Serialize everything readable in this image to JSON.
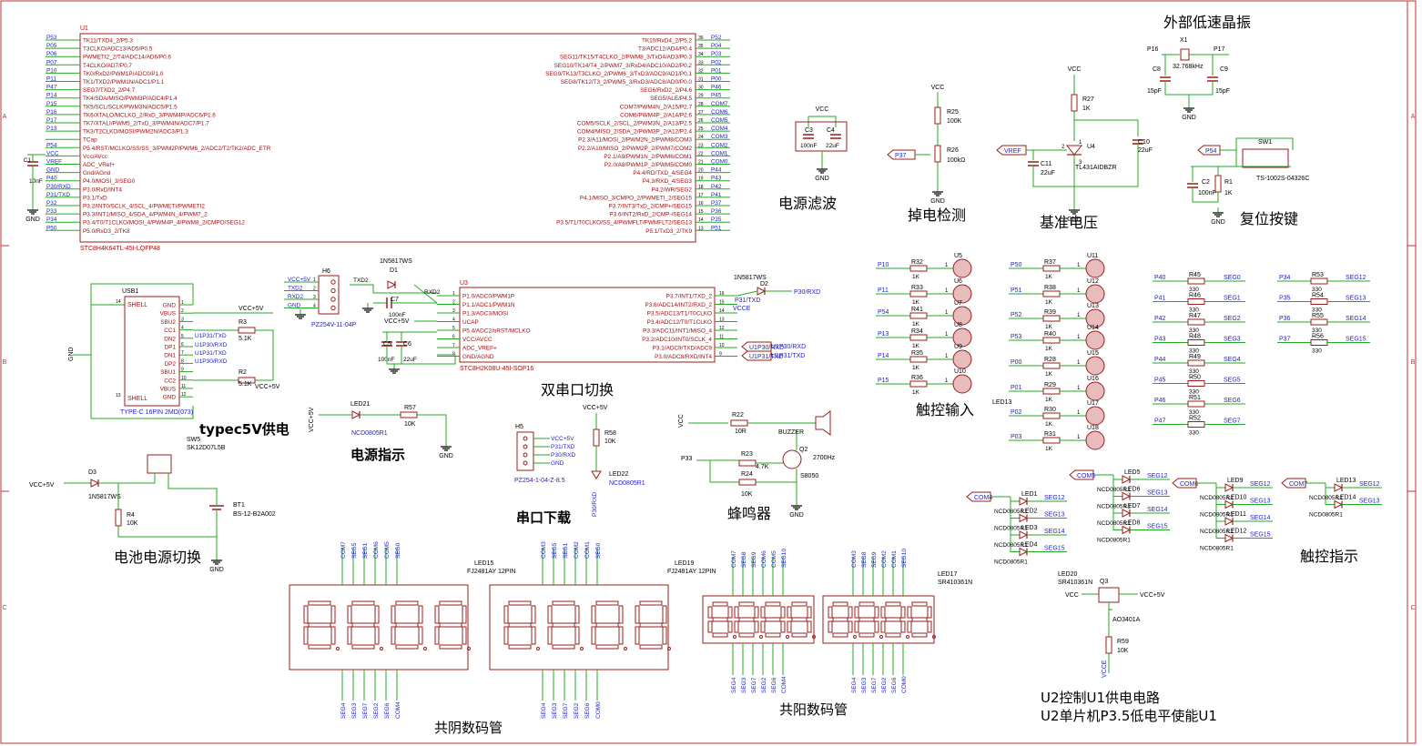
{
  "colors": {
    "wire": "#22aa22",
    "part": "#9b1c1c",
    "pin": "#a01010",
    "net": "#1d1dc8",
    "label": "#000000",
    "border": "#c03030",
    "body": "#ffffff"
  },
  "frame": {
    "rows": [
      "A",
      "B",
      "C"
    ]
  },
  "titles": {
    "crystal": "外部低速晶振",
    "power_filter": "电源滤波",
    "brownout": "掉电检测",
    "vref": "基准电压",
    "reset": "复位按键",
    "dual_uart": "双串口切换",
    "usb_power": "typec5V供电",
    "power_led": "电源指示",
    "uart_dl": "串口下载",
    "buzzer": "蜂鸣器",
    "battery": "电池电源切换",
    "touch_in": "触控输入",
    "touch_led": "触控指示",
    "cc_display": "共阴数码管",
    "ca_display": "共阳数码管",
    "note1": "U2控制U1供电电路",
    "note2": "U2单片机P3.5低电平使能U1"
  },
  "u1": {
    "ref": "U1",
    "part": "STC8H4K64TL-45I-LQFP48",
    "left_nets": [
      "P53",
      "P05",
      "P06",
      "P07",
      "P10",
      "P11",
      "P47",
      "P14",
      "P15",
      "P16",
      "P17",
      "P13",
      "",
      "P54",
      "VCC",
      "VREF",
      "GND",
      "P40",
      "P30/RXD",
      "P31/TXD",
      "P32",
      "P33",
      "P34",
      "P50"
    ],
    "left_pins": [
      "TK11/TXD4_2/P5.3",
      "T3CLKO/ADC13/AD5/P0.5",
      "PWMETI2_2/T4/ADC14/AD6/P0.6",
      "T4CLKO/AD7/P0.7",
      "TK0/RxD2/PWM1P/ADC0/P1.0",
      "TK1/TXD2/PWM1N/ADC1/P1.1",
      "SEG7/TXD2_2/P4.7",
      "TK4/SDA/MISO/PWM3P/ADC4/P1.4",
      "TK5/SCL/SCLK/PWM3N/ADC5/P1.5",
      "TK6/XTALO/MCLKO_2/RxD_3/PWM4P/ADC6/P1.6",
      "TK7/XTALI/PWM5_2/TxD_3/PWM4N/ADC7/P1.7",
      "TK3/T2CLKO/MOSI/PWM2N/ADC3/P1.3",
      "TCap",
      "P5.4/RST/MCLKO/SS/SS_3/PWM2P/PWM6_2/ADC2/T2/TK2/ADC_ETR",
      "Vcc/AVcc",
      "ADC_VRef+",
      "Gnd/AGnd",
      "P4.0/MOSI_3/SEG0",
      "P3.0/RxD/INT4",
      "P3.1/TxD",
      "P3.2/INT0/SCLK_4/SCL_4/PWMETI/PWMETI2",
      "P3.3/INT1/MISO_4/SDA_4/PWM4N_4/PWM7_2",
      "P3.4/T0/T1CLKO/MOSI_4/PWM4P_4/PWM8_2/CMPO/SEG12",
      "P5.0/RxD3_2/TK8"
    ],
    "right_pins": [
      "TK10/RxD4_2/P5.2",
      "T3/ADC12/AD4/P0.4",
      "SEG11/TK15/T4CLKO_2/PWM8_3/TxD4/AD3/P0.3",
      "SEG10/TK14/T4_2/PWM7_3/RxD4/ADC10/AD2/P0.2",
      "SEG9/TK13/T3CLKO_2/PWM6_3/TxD3/ADC9/AD1/P0.1",
      "SEG8/TK12/T3_2/PWM5_3/RxD3/ADC8/AD0/P0.0",
      "SEG6/RxD2_2/P4.6",
      "SEG5/ALE/P4.5",
      "COM7/PWM4N_2/A15/P2.7",
      "COM6/PWM4P_2/A14/P2.6",
      "COM5/SCLK_2/SCL_2/PWM3N_2/A13/P2.5",
      "COM4/MISO_2/SDA_2/PWM3P_2/A12/P2.4",
      "P2.3/A11/MOSI_2/PWM2N_2/PWM8/COM3",
      "P2.2/A10/MISO_2/PWM2P_2/PWM7/COM2",
      "P2.1/A9/PWM1N_2/PWM6/COM1",
      "P2.0/A8/PWM1P_2/PWM5/COM0",
      "P4.4/RD/TXD_4/SEG4",
      "P4.3/RXD_4/SEG3",
      "P4.2/WR/SEG2",
      "P4.1/MISO_3/CMPO_2/PWMETI_2/SEG15",
      "P3.7/INT3/TxD_2/CMP+/SEG15",
      "P3.6/INT2/RxD_2/CMP-/SEG14",
      "P3.5/T1/T0CLKO/SS_4/PWMFLT/PWMFLT2/SEG13",
      "P5.1/TxD3_2/TK9"
    ],
    "right_nets": [
      "P52",
      "P04",
      "P03",
      "P02",
      "P01",
      "P00",
      "P46",
      "P45",
      "COM7",
      "COM6",
      "COM5",
      "COM4",
      "COM3",
      "COM2",
      "COM1",
      "COM0",
      "P44",
      "P43",
      "P42",
      "P41",
      "P37",
      "P36",
      "P35",
      "P51"
    ],
    "right_nums": [
      "36",
      "35",
      "34",
      "33",
      "32",
      "31",
      "30",
      "29",
      "28",
      "27",
      "26",
      "25",
      "24",
      "23",
      "22",
      "21",
      "20",
      "19",
      "18",
      "17",
      "16",
      "15",
      "14",
      "13"
    ],
    "cap": "C1",
    "cap_val": "10nF",
    "gnd": "GND"
  },
  "u3": {
    "ref": "U3",
    "part": "STC8H2K08U-45I-SOP16",
    "left_pins": [
      "P1.0/ADC0/PWM1P",
      "P1.1/ADC1/PWM1N",
      "P1.3/ADC3/MOSI",
      "UCAP",
      "P5.4/ADC2/nRST/MCLKO",
      "VCC/AVCC",
      "ADC_VREF+",
      "GND/AGND"
    ],
    "left_nums": [
      "1",
      "2",
      "3",
      "4",
      "5",
      "6",
      "7",
      "8"
    ],
    "right_pins": [
      "P3.7/INT1/TXD_2",
      "P3.6/ADC14/INT2/RXD_2",
      "P3.5/ADC13/T1/T0CLKO",
      "P3.4/ADC12/T0/T1CLKO",
      "P3.3/ADC11/INT1/MISO_4",
      "P3.2/ADC10/INT0/SCLK_4",
      "P3.1/ADC9/TXD/ADC9",
      "P3.0/ADC8/RXD/INT4"
    ],
    "right_nums": [
      "16",
      "15",
      "14",
      "13",
      "12",
      "11",
      "10",
      "9"
    ],
    "txd2": "TXD2",
    "rxd2": "RXD2",
    "vcc": "VCC+5V",
    "c7": "C7",
    "c7v": "100nF",
    "c5": "C5",
    "c5v": "100nF",
    "c6": "C6",
    "c6v": "22uF",
    "d1": "D1",
    "d1p": "1N5817WS",
    "d2": "D2",
    "d2p": "1N5817WS",
    "p30": "P30/RXD",
    "p31": "P31/TXD",
    "vcce": "VCCE",
    "u1rx": "U1P30/RXD",
    "u1tx": "U1P31/TXD"
  },
  "h6": {
    "ref": "H6",
    "part": "PZ254V-11-04P",
    "pins": [
      "VCC+5V",
      "TXD2",
      "RXD2",
      "GND"
    ],
    "nums": [
      "1",
      "2",
      "3",
      "4"
    ]
  },
  "usb": {
    "ref": "USB1",
    "part": "TYPE-C 16PIN 2MD(073)",
    "pins_l": [
      "SHELL",
      "SHELL"
    ],
    "pins_r": [
      "GND",
      "VBUS",
      "SBU2",
      "CC1",
      "DN2",
      "DP1",
      "DN1",
      "DP2",
      "SBU1",
      "CC2",
      "VBUS",
      "GND"
    ],
    "nums_r": [
      "1",
      "2",
      "3",
      "4",
      "5",
      "6",
      "7",
      "8",
      "9",
      "10",
      "11",
      "12"
    ],
    "num_l": [
      "14",
      "13"
    ],
    "r3": "R3",
    "r3v": "5.1K",
    "r2": "R2",
    "r2v": "5.1K",
    "vcc": "VCC+5V",
    "vcc2": "VCC+5V",
    "tx": "U1P31/TXD",
    "rx": "U1P30/RXD",
    "tx2": "U1P31/TXD",
    "rx2": "U1P30/RXD",
    "gnd": "GND"
  },
  "power_led": {
    "vcc": "VCC+5V",
    "led": "LED21",
    "ledp": "NCD0805R1",
    "r": "R57",
    "rv": "10K",
    "gnd": "GND"
  },
  "battery": {
    "sw": "SW5",
    "swp": "SK12D07L5B",
    "d": "D3",
    "dp": "1N5817WS",
    "vcc": "VCC+5V",
    "r": "R4",
    "rv": "10K",
    "bt": "BT1",
    "btp": "BS-12-B2A002",
    "gnd": "GND"
  },
  "h5": {
    "ref": "H5",
    "part": "PZ254-1-04-Z-8.5",
    "pins": [
      "VCC+5V",
      "P31/TXD",
      "P30/RXD",
      "GND"
    ],
    "vcc": "VCC+5V",
    "r": "R58",
    "rv": "10K",
    "led": "LED22",
    "ledp": "NCD0805R1",
    "net": "P30/RXD"
  },
  "buzzer": {
    "vcc": "VCC",
    "r22": "R22",
    "r22v": "10R",
    "bz": "BUZZER",
    "freq": "2700Hz",
    "q": "Q2",
    "qp": "S8050",
    "p33": "P33",
    "r23": "R23",
    "r23v": "4.7K",
    "r24": "R24",
    "r24v": "10K",
    "gnd": "GND"
  },
  "pfilter": {
    "vcc": "VCC",
    "c3": "C3",
    "c3v": "100nF",
    "c4": "C4",
    "c4v": "22uF",
    "gnd": "GND"
  },
  "brownout": {
    "vcc": "VCC",
    "r25": "R25",
    "r25v": "100K",
    "r26": "R26",
    "r26v": "100kΩ",
    "net": "P37",
    "gnd": "GND"
  },
  "vref": {
    "vcc": "VCC",
    "r27": "R27",
    "r27v": "1K",
    "u": "U4",
    "up": "TL431AIDBZR",
    "c11": "C11",
    "c11v": "22uF",
    "c10": "C10",
    "c10v": "22uF",
    "net": "VREF",
    "gnd": "GND",
    "pin1": "1",
    "pin2": "2",
    "pin3": "3"
  },
  "xtal": {
    "x": "X1",
    "xv": "32.768kHz",
    "p16": "P16",
    "p17": "P17",
    "c8": "C8",
    "c8v": "15pF",
    "c9": "C9",
    "c9v": "15pF",
    "gnd": "GND"
  },
  "reset": {
    "sw": "SW1",
    "swp": "TS-1002S-04326C",
    "net": "P54",
    "c": "C2",
    "cv": "100nF",
    "r": "R1",
    "rv": "1K",
    "gnd": "GND"
  },
  "touch": {
    "col1": [
      {
        "net": "P10",
        "r": "R32",
        "u": "U5"
      },
      {
        "net": "P11",
        "r": "R33",
        "u": "U6"
      },
      {
        "net": "P54",
        "r": "R41",
        "u": "U7"
      },
      {
        "net": "P13",
        "r": "R34",
        "u": "U8"
      },
      {
        "net": "P14",
        "r": "R35",
        "u": "U9"
      },
      {
        "net": "P15",
        "r": "R36",
        "u": "U10"
      }
    ],
    "col2": [
      {
        "net": "P50",
        "r": "R37",
        "u": "U11"
      },
      {
        "net": "P51",
        "r": "R38",
        "u": "U12"
      },
      {
        "net": "P52",
        "r": "R39",
        "u": "U13"
      },
      {
        "net": "P53",
        "r": "R40",
        "u": "U14"
      },
      {
        "net": "P00",
        "r": "R28",
        "u": "U15"
      },
      {
        "net": "P01",
        "r": "R29",
        "u": "U16"
      },
      {
        "net": "P02",
        "r": "R30",
        "u": "U17"
      },
      {
        "net": "P03",
        "r": "R31",
        "u": "U18"
      }
    ],
    "rv": "1K",
    "pin": "1",
    "led13": "LED13"
  },
  "seg_res": {
    "col1": [
      {
        "net": "P40",
        "r": "R45",
        "s": "SEG0"
      },
      {
        "net": "P41",
        "r": "R46",
        "s": "SEG1"
      },
      {
        "net": "P42",
        "r": "R47",
        "s": "SEG2"
      },
      {
        "net": "P43",
        "r": "R48",
        "s": "SEG3"
      },
      {
        "net": "P44",
        "r": "R49",
        "s": "SEG4"
      },
      {
        "net": "P45",
        "r": "R50",
        "s": "SEG5"
      },
      {
        "net": "P46",
        "r": "R51",
        "s": "SEG6"
      },
      {
        "net": "P47",
        "r": "R52",
        "s": "SEG7"
      }
    ],
    "col2": [
      {
        "net": "P34",
        "r": "R53",
        "s": "SEG12"
      },
      {
        "net": "P35",
        "r": "R54",
        "s": "SEG13"
      },
      {
        "net": "P36",
        "r": "R55",
        "s": "SEG14"
      },
      {
        "net": "P37",
        "r": "R56",
        "s": "SEG15"
      }
    ],
    "rv": "330"
  },
  "tled": {
    "groups": [
      {
        "com": "COM4",
        "leds": [
          "LED1",
          "LED2",
          "LED3",
          "LED4"
        ],
        "segs": [
          "SEG12",
          "SEG13",
          "SEG14",
          "SEG15"
        ]
      },
      {
        "com": "COM5",
        "leds": [
          "LED5",
          "LED6",
          "LED7",
          "LED8"
        ],
        "segs": [
          "SEG12",
          "SEG13",
          "SEG14",
          "SEG15"
        ]
      },
      {
        "com": "COM6",
        "leds": [
          "LED9",
          "LED10",
          "LED11",
          "LED12"
        ],
        "segs": [
          "SEG12",
          "SEG13",
          "SEG14",
          "SEG15"
        ]
      },
      {
        "com": "COM7",
        "leds": [
          "LED13",
          "LED14"
        ],
        "segs": [
          "SEG12",
          "SEG13"
        ]
      }
    ],
    "part": "NCD0805R1"
  },
  "q3": {
    "ref": "Q3",
    "part": "AO3401A",
    "vcc": "VCC",
    "vcc5": "VCC+5V",
    "r": "R59",
    "rv": "10K",
    "net": "VCCE"
  },
  "displays": [
    {
      "ref": "LED15",
      "part": "FJ2481AY 12PIN",
      "top": [
        "COM7",
        "SEG5",
        "SEG1",
        "COM6",
        "COM5",
        "SEG0"
      ],
      "bot": [
        "SEG4",
        "SEG3",
        "SEG7",
        "SEG2",
        "SEG6",
        "COM4"
      ]
    },
    {
      "ref": "LED19",
      "part": "FJ2481AY 12PIN",
      "top": [
        "COM3",
        "SEG5",
        "SEG1",
        "COM2",
        "COM1",
        "SEG0"
      ],
      "bot": [
        "SEG4",
        "SEG3",
        "SEG7",
        "SEG2",
        "SEG6",
        "COM0"
      ]
    },
    {
      "ref": "LED17",
      "part": "SR410361N",
      "top": [
        "COM7",
        "SEG8",
        "SEG9",
        "COM6",
        "COM5",
        "SEG10"
      ],
      "bot": [
        "SEG4",
        "SEG3",
        "SEG7",
        "SEG2",
        "SEG6",
        "COM4"
      ]
    },
    {
      "ref": "LED20",
      "part": "SR410361N",
      "top": [
        "COM3",
        "SEG8",
        "SEG9",
        "COM2",
        "COM1",
        "SEG10"
      ],
      "bot": [
        "SEG4",
        "SEG3",
        "SEG7",
        "SEG2",
        "SEG6",
        "COM0"
      ]
    }
  ]
}
